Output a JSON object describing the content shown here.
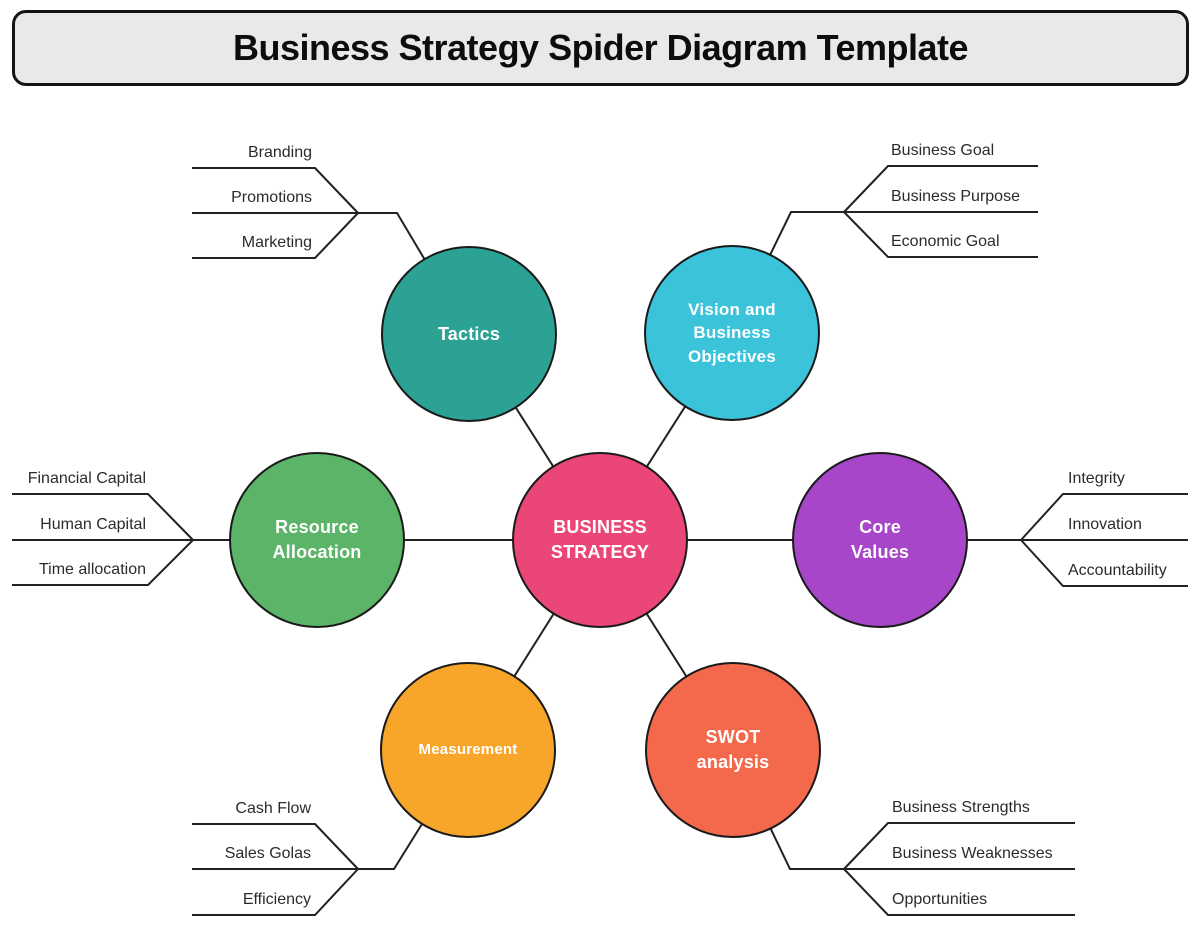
{
  "title": {
    "text": "Business Strategy Spider Diagram Template",
    "bg": "#e9e9e9"
  },
  "center_node": {
    "label": "BUSINESS STRATEGY",
    "color": "#ea4678"
  },
  "nodes": [
    {
      "id": "tactics",
      "label": "Tactics",
      "color": "#2ba293",
      "branches": [
        "Branding",
        "Promotions",
        "Marketing"
      ]
    },
    {
      "id": "vision",
      "label": "Vision and Business Objectives",
      "color": "#3bc3da",
      "branches": [
        "Business Goal",
        "Business Purpose",
        "Economic Goal"
      ]
    },
    {
      "id": "resource",
      "label": "Resource Allocation",
      "color": "#5bb467",
      "branches": [
        "Financial Capital",
        "Human Capital",
        "Time allocation"
      ]
    },
    {
      "id": "core",
      "label": "Core Values",
      "color": "#a746c8",
      "branches": [
        "Integrity",
        "Innovation",
        "Accountability"
      ]
    },
    {
      "id": "measurement",
      "label": "Measurement",
      "color": "#f8a62a",
      "branches": [
        "Cash Flow",
        "Sales Golas",
        "Efficiency"
      ]
    },
    {
      "id": "swot",
      "label": "SWOT analysis",
      "color": "#f4694b",
      "branches": [
        "Business Strengths",
        "Business Weaknesses",
        "Opportunities"
      ]
    }
  ],
  "line_color": "#212121"
}
